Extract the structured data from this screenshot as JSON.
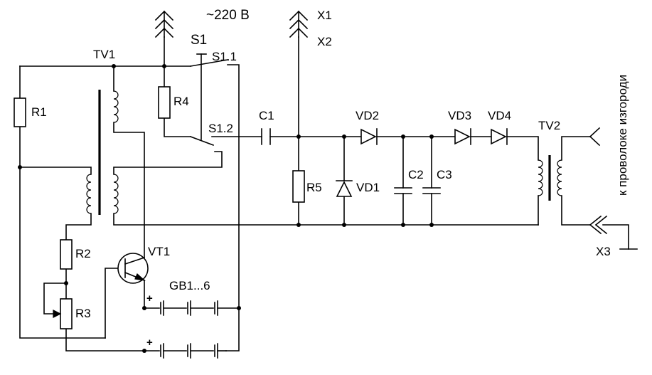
{
  "labels": {
    "mains": "~220 В",
    "x1": "X1",
    "x2": "X2",
    "x3": "X3",
    "s1": "S1",
    "s1_1": "S1.1",
    "s1_2": "S1.2",
    "tv1": "TV1",
    "tv2": "TV2",
    "r1": "R1",
    "r2": "R2",
    "r3": "R3",
    "r4": "R4",
    "r5": "R5",
    "c1": "C1",
    "c2": "C2",
    "c3": "C3",
    "vd1": "VD1",
    "vd2": "VD2",
    "vd3": "VD3",
    "vd4": "VD4",
    "vt1": "VT1",
    "battery": "GB1...6",
    "plus": "+",
    "fence": "к проволоке изгороди"
  }
}
